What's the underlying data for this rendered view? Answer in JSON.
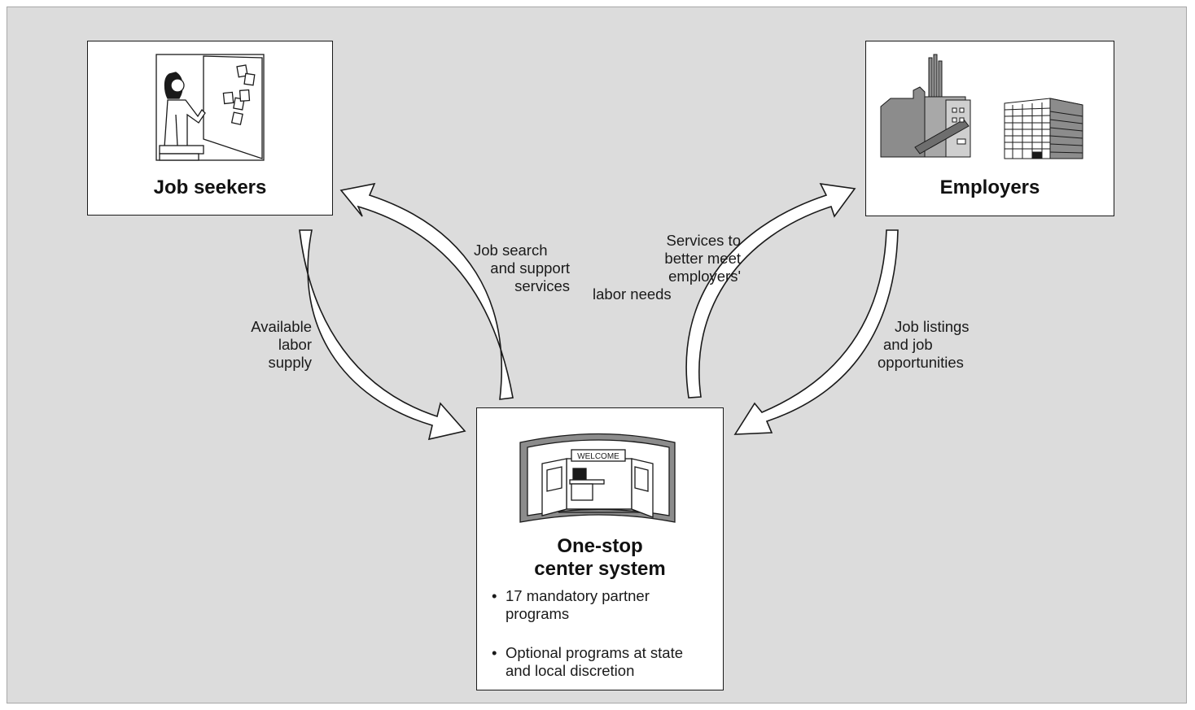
{
  "nodes": {
    "job_seekers": {
      "title": "Job seekers"
    },
    "employers": {
      "title": "Employers"
    },
    "one_stop": {
      "title_line1": "One-stop",
      "title_line2": "center system",
      "bullets": [
        {
          "line1": "17 mandatory partner",
          "line2": "programs"
        },
        {
          "line1": "Optional programs at state",
          "line2": "and local discretion"
        }
      ],
      "sign_text": "WELCOME"
    }
  },
  "edges": {
    "available_labor_supply": [
      "Available",
      "labor",
      "supply"
    ],
    "job_search_support": [
      "Job search",
      "and support",
      "services"
    ],
    "services_employers": [
      "Services to",
      "better meet",
      "employers'",
      "labor needs"
    ],
    "job_listings": [
      "Job listings",
      "and job",
      "opportunities"
    ]
  },
  "colors": {
    "background": "#dcdcdc",
    "box_fill": "#ffffff",
    "stroke": "#1a1a1a",
    "building_gray": "#8c8c8c"
  },
  "icons": {
    "job_seekers": "person-at-bulletin-board-icon",
    "employers": "factory-and-office-building-icon",
    "one_stop": "welcome-center-storefront-icon"
  }
}
